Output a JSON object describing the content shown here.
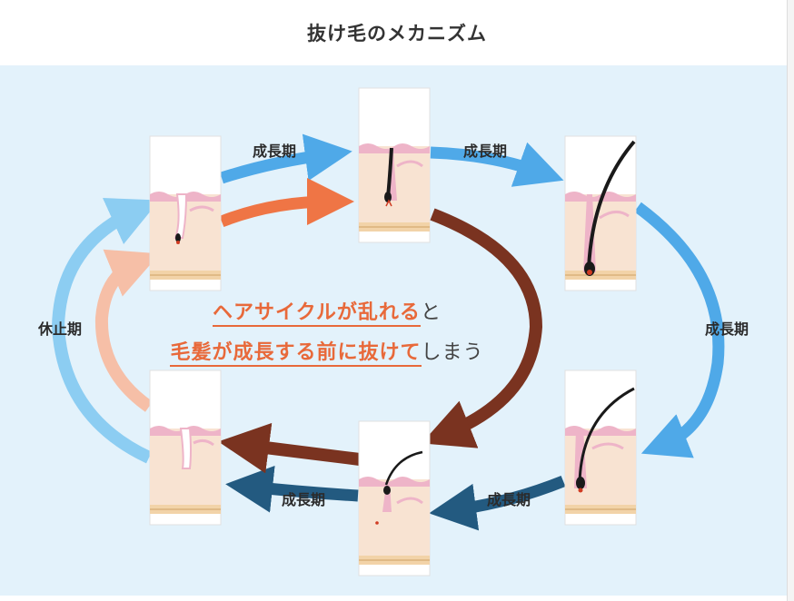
{
  "title": "抜け毛のメカニズム",
  "labels": {
    "growth_top_left": "成長期",
    "growth_top_right": "成長期",
    "growth_right": "成長期",
    "growth_bottom_right": "成長期",
    "growth_bottom_left": "成長期",
    "rest": "休止期"
  },
  "message": {
    "line1_highlight": "ヘアサイクルが乱れる",
    "line1_tail": "と",
    "line2_highlight": "毛髪が成長する前に抜けて",
    "line2_tail": "しまう"
  },
  "colors": {
    "panel_bg": "#e3f2fb",
    "arrow_light_blue": "#8ccdf2",
    "arrow_blue": "#4fa9e8",
    "arrow_navy": "#235a80",
    "arrow_orange": "#ef7545",
    "arrow_peach": "#f6bfa7",
    "arrow_brown": "#7a3320",
    "skin": "#f8e3d2",
    "skin_pink": "#eeb4c8",
    "fat_layer": "#f2d3a8",
    "hair": "#1a1a1a"
  }
}
